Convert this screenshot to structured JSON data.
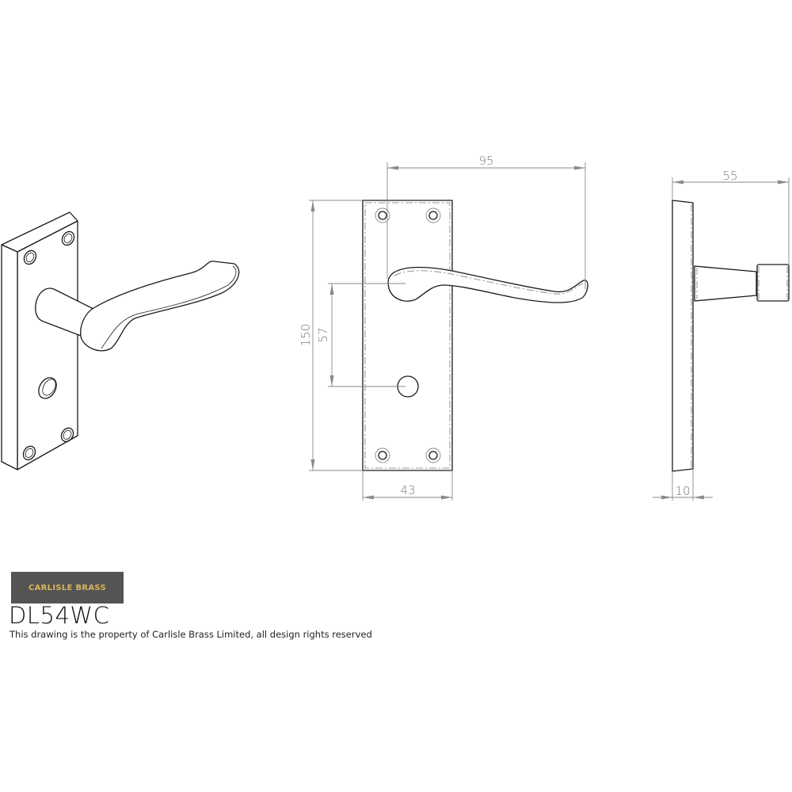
{
  "document": {
    "type": "technical-drawing",
    "product_code": "DL54WC",
    "notice": "This drawing is the property of Carlisle Brass Limited, all design rights reserved"
  },
  "brand": {
    "logo_text": "CARLISLE BRASS",
    "logo_background": "#545454",
    "logo_text_color": "#d8b55f"
  },
  "views": {
    "isometric": {
      "label": "isometric-view"
    },
    "front": {
      "label": "front-elevation",
      "dimensions": {
        "lever_projection": "95",
        "backplate_height": "150",
        "lever_to_keyhole_centres": "57",
        "backplate_width": "43"
      }
    },
    "side": {
      "label": "side-elevation",
      "dimensions": {
        "overall_projection": "55",
        "backplate_thickness": "10"
      }
    }
  },
  "colors": {
    "line": "#1a1a1a",
    "hidden_line": "#9a9a9a",
    "dimension_line": "#8a8a8a",
    "dimension_text": "#777777"
  }
}
